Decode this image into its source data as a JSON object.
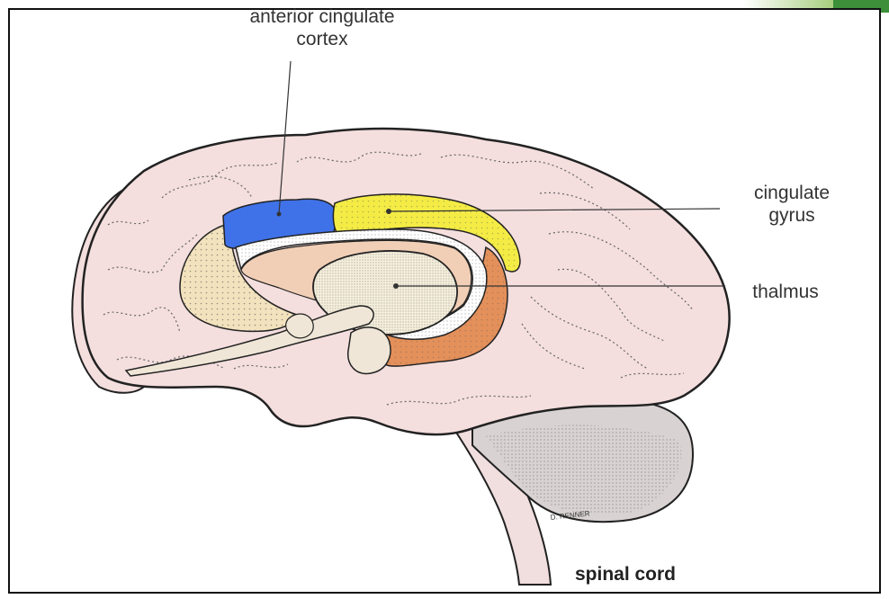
{
  "labels": {
    "anterior_cingulate_line1": "anterior cingulate",
    "anterior_cingulate_line2": "cortex",
    "cingulate_gyrus_line1": "cingulate",
    "cingulate_gyrus_line2": "gyrus",
    "thalmus": "thalmus",
    "spinal_cord": "spinal cord",
    "artist_signature": "D. RENNER"
  },
  "colors": {
    "brain": "#f4dede",
    "anterior_cingulate": "#3f72e8",
    "cingulate_gyrus": "#f4ec45",
    "posterior_orange": "#e4905a",
    "frontal_tan": "#f2e2bd",
    "inner_peach": "#f1cfb6",
    "thalamus": "#f5efdc",
    "cerebellum": "#d9d2d2",
    "slide_accent": "#3d8f3a"
  }
}
